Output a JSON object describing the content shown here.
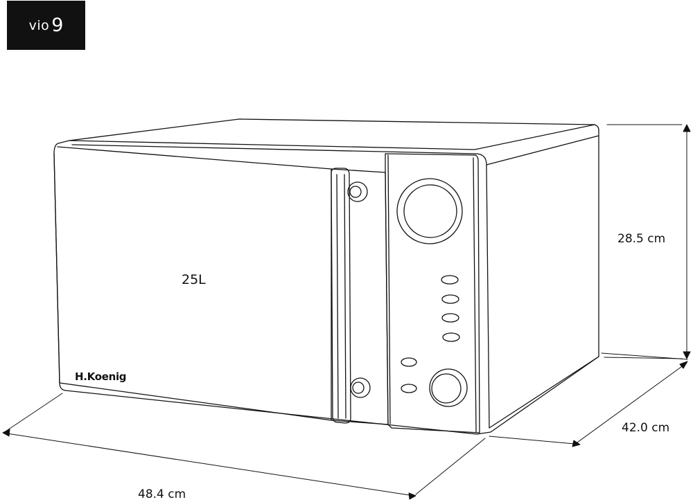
{
  "model": {
    "name": "vio",
    "number": "9"
  },
  "product": {
    "capacity": "25L",
    "brand": "H.Koenig"
  },
  "dimensions": {
    "height": "28.5 cm",
    "depth": "42.0 cm",
    "width": "48.4 cm"
  }
}
